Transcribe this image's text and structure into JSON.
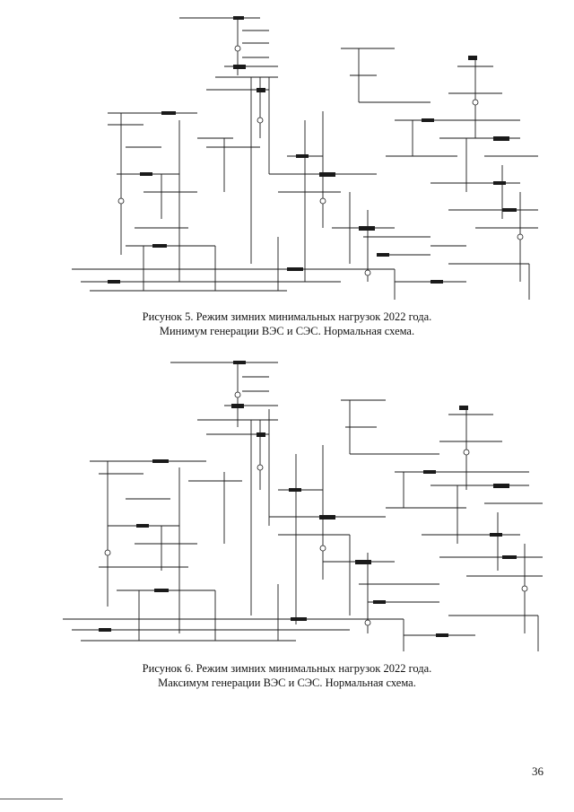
{
  "figures": [
    {
      "caption_line1": "Рисунок 5. Режим зимних минимальных нагрузок 2022 года.",
      "caption_line2": "Минимум генерации ВЭС и СЭС. Нормальная схема."
    },
    {
      "caption_line1": "Рисунок 6. Режим зимних минимальных нагрузок 2022 года.",
      "caption_line2": "Максимум генерации ВЭС и СЭС. Нормальная схема."
    }
  ],
  "page_number": "36"
}
